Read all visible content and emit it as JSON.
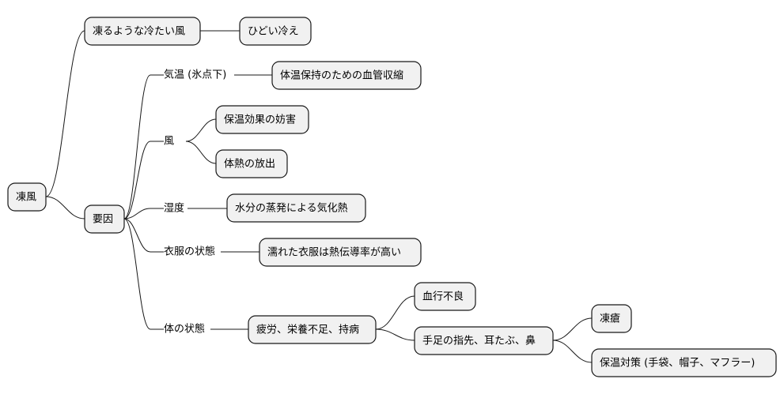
{
  "root": {
    "label": "凍風",
    "children": [
      {
        "label": "凍るような冷たい風",
        "children": [
          {
            "label": "ひどい冷え"
          }
        ]
      },
      {
        "label": "要因",
        "children": [
          {
            "label": "気温 (氷点下)",
            "children": [
              {
                "label": "体温保持のための血管収縮"
              }
            ]
          },
          {
            "label": "風",
            "children": [
              {
                "label": "保温効果の妨害"
              },
              {
                "label": "体熱の放出"
              }
            ]
          },
          {
            "label": "湿度",
            "children": [
              {
                "label": "水分の蒸発による気化熱"
              }
            ]
          },
          {
            "label": "衣服の状態",
            "children": [
              {
                "label": "濡れた衣服は熱伝導率が高い"
              }
            ]
          },
          {
            "label": "体の状態",
            "children": [
              {
                "label": "疲労、栄養不足、持病",
                "children": [
                  {
                    "label": "血行不良"
                  },
                  {
                    "label": "手足の指先、耳たぶ、鼻",
                    "children": [
                      {
                        "label": "凍瘡"
                      },
                      {
                        "label": "保温対策 (手袋、帽子、マフラー)"
                      }
                    ]
                  }
                ]
              }
            ]
          }
        ]
      }
    ]
  }
}
